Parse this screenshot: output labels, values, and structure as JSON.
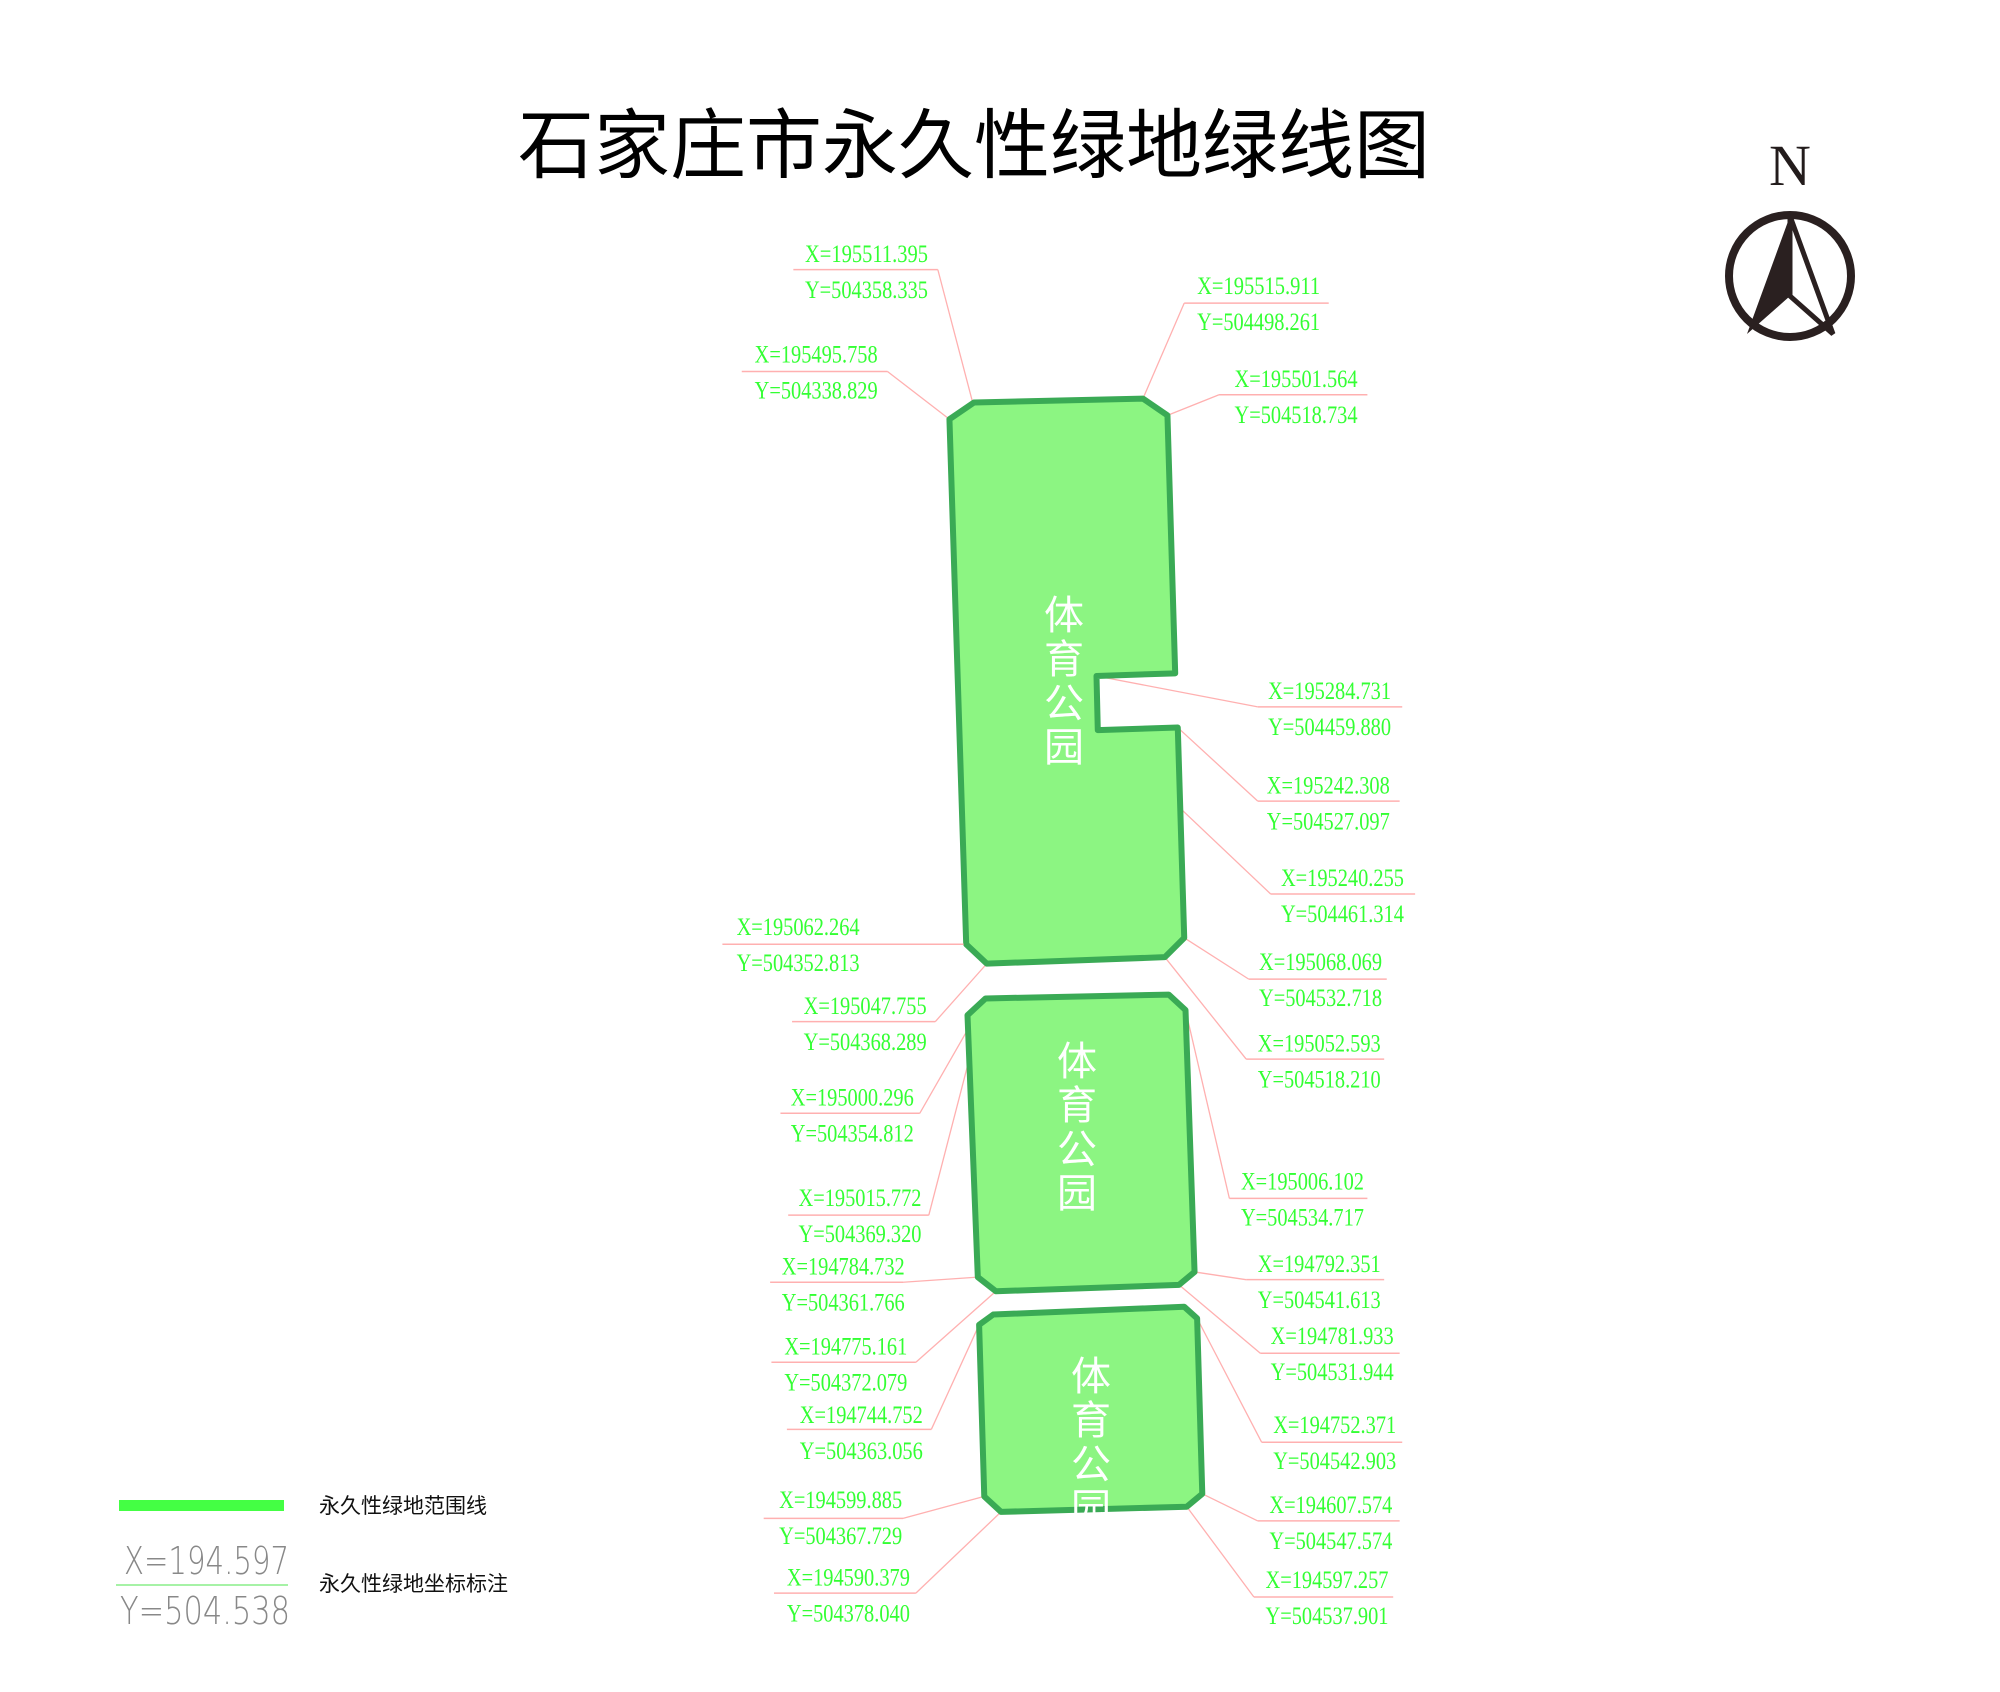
{
  "title": "石家庄市永久性绿地绿线图",
  "north_label": "N",
  "colors": {
    "fill": "#8cf582",
    "stroke": "#3aaa55",
    "coord_text": "#33ff33",
    "leader": "#ffb0b0",
    "legend_bar": "#44ff44"
  },
  "parks": [
    {
      "name": "体育公园"
    },
    {
      "name": "体育公园"
    },
    {
      "name": "体育公园"
    }
  ],
  "labels": [
    {
      "x": "X=195511.395",
      "y": "Y=504358.335"
    },
    {
      "x": "X=195515.911",
      "y": "Y=504498.261"
    },
    {
      "x": "X=195495.758",
      "y": "Y=504338.829"
    },
    {
      "x": "X=195501.564",
      "y": "Y=504518.734"
    },
    {
      "x": "X=195284.731",
      "y": "Y=504459.880"
    },
    {
      "x": "X=195242.308",
      "y": "Y=504527.097"
    },
    {
      "x": "X=195240.255",
      "y": "Y=504461.314"
    },
    {
      "x": "X=195062.264",
      "y": "Y=504352.813"
    },
    {
      "x": "X=195068.069",
      "y": "Y=504532.718"
    },
    {
      "x": "X=195047.755",
      "y": "Y=504368.289"
    },
    {
      "x": "X=195052.593",
      "y": "Y=504518.210"
    },
    {
      "x": "X=195000.296",
      "y": "Y=504354.812"
    },
    {
      "x": "X=195006.102",
      "y": "Y=504534.717"
    },
    {
      "x": "X=195015.772",
      "y": "Y=504369.320"
    },
    {
      "x": "X=194784.732",
      "y": "Y=504361.766"
    },
    {
      "x": "X=194792.351",
      "y": "Y=504541.613"
    },
    {
      "x": "X=194775.161",
      "y": "Y=504372.079"
    },
    {
      "x": "X=194781.933",
      "y": "Y=504531.944"
    },
    {
      "x": "X=194744.752",
      "y": "Y=504363.056"
    },
    {
      "x": "X=194752.371",
      "y": "Y=504542.903"
    },
    {
      "x": "X=194599.885",
      "y": "Y=504367.729"
    },
    {
      "x": "X=194607.574",
      "y": "Y=504547.574"
    },
    {
      "x": "X=194590.379",
      "y": "Y=504378.040"
    },
    {
      "x": "X=194597.257",
      "y": "Y=504537.901"
    }
  ],
  "legend": {
    "boundary_label": "永久性绿地范围线",
    "sample_x": "X=194.597",
    "sample_y": "Y=504.538",
    "coord_label": "永久性绿地坐标标注"
  }
}
